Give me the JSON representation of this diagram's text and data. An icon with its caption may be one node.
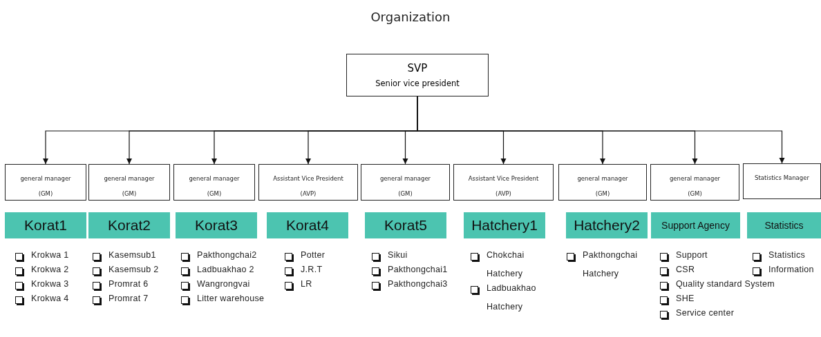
{
  "diagram": {
    "title": "Organization",
    "nodes": [
      {
        "text": [
          "SVP",
          "Senior vice president"
        ]
      },
      {
        "text": [
          "general manager",
          "(GM)"
        ]
      },
      {
        "text": [
          "general manager",
          "(GM)"
        ]
      },
      {
        "text": [
          "general manager",
          "(GM)"
        ]
      },
      {
        "text": [
          "Assistant Vice President",
          "(AVP)"
        ]
      },
      {
        "text": [
          "general manager",
          "(GM)"
        ]
      },
      {
        "text": [
          "Assistant Vice President",
          "(AVP)"
        ]
      },
      {
        "text": [
          "general manager",
          "(GM)"
        ]
      },
      {
        "text": [
          "general manager",
          "(GM)"
        ]
      },
      {
        "text": [
          "Statistics Manager"
        ]
      },
      {
        "text": [
          "Korat1"
        ],
        "beside": [
          "Krokwa 1",
          "Krokwa 2",
          "Krokwa 3",
          "Krokwa 4"
        ]
      },
      {
        "text": [
          "Korat2"
        ],
        "beside": [
          "Kasemsub1",
          "Kasemsub 2",
          "Promrat 6",
          "Promrat 7"
        ]
      },
      {
        "text": [
          "Korat3"
        ],
        "beside": [
          "Pakthongchai2",
          "Ladbuakhao 2",
          "Wangrongvai",
          "Litter warehouse"
        ]
      },
      {
        "text": [
          "Korat4"
        ],
        "beside": [
          "Potter",
          "J.R.T",
          "LR"
        ]
      },
      {
        "text": [
          "Korat5"
        ],
        "beside": [
          "Sikui",
          "Pakthongchai1",
          "Pakthongchai3"
        ]
      },
      {
        "text": [
          "Hatchery1"
        ],
        "beside": [
          "Chokchai Hatchery",
          "Ladbuakhao Hatchery"
        ]
      },
      {
        "text": [
          "Hatchery2"
        ],
        "beside": [
          "Pakthongchai Hatchery"
        ]
      },
      {
        "text": [
          "Support Agency"
        ],
        "beside": [
          "Support",
          "CSR",
          "Quality standard System",
          "SHE",
          "Service center"
        ]
      },
      {
        "text": [
          "Statistics"
        ],
        "beside": [
          "Statistics",
          "Information"
        ]
      }
    ],
    "edges": [
      {
        "from": 0,
        "to": 1,
        "arrow": "to"
      },
      {
        "from": 0,
        "to": 2,
        "arrow": "to"
      },
      {
        "from": 0,
        "to": 3,
        "arrow": "to"
      },
      {
        "from": 0,
        "to": 4,
        "arrow": "to"
      },
      {
        "from": 0,
        "to": 5,
        "arrow": "to"
      },
      {
        "from": 0,
        "to": 6,
        "arrow": "to"
      },
      {
        "from": 0,
        "to": 7,
        "arrow": "to"
      },
      {
        "from": 0,
        "to": 8,
        "arrow": "to"
      },
      {
        "from": 0,
        "to": 9,
        "arrow": "to"
      }
    ]
  }
}
